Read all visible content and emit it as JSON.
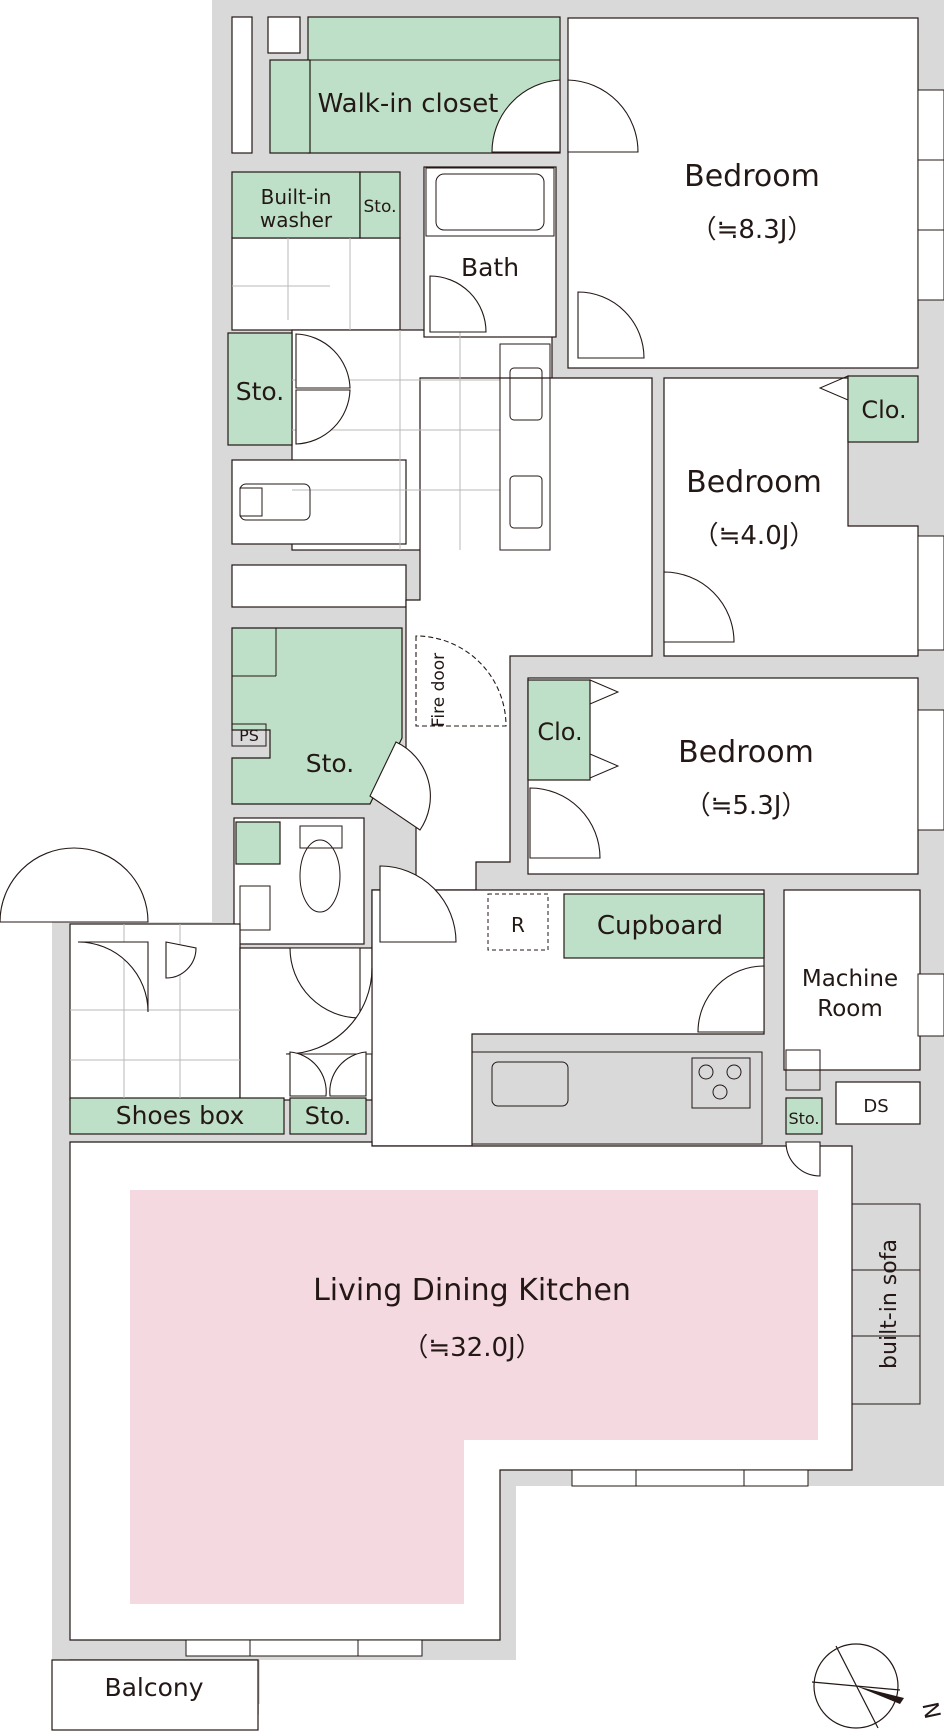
{
  "colors": {
    "wall": "#d9d9d9",
    "storage": "#bfe0c8",
    "ldk": "#f5d9e0",
    "line": "#231815",
    "room": "#ffffff"
  },
  "labels": {
    "walk_in_closet": "Walk-in closet",
    "bedroom_1": "Bedroom",
    "bedroom_1_size": "（≒8.3J）",
    "built_in_washer_1": "Built-in",
    "built_in_washer_2": "washer",
    "sto_washer": "Sto.",
    "bath": "Bath",
    "sto_left": "Sto.",
    "bedroom_2": "Bedroom",
    "bedroom_2_size": "（≒4.0J）",
    "clo_bedroom_2": "Clo.",
    "fire_door": "Fire door",
    "ps": "PS",
    "sto_middle": "Sto.",
    "clo_bedroom_3": "Clo.",
    "bedroom_3": "Bedroom",
    "bedroom_3_size": "（≒5.3J）",
    "refrigerator": "R",
    "cupboard": "Cupboard",
    "machine_room_1": "Machine",
    "machine_room_2": "Room",
    "shoes_box": "Shoes box",
    "sto_entrance": "Sto.",
    "sto_kitchen": "Sto.",
    "ds": "DS",
    "ldk": "Living Dining Kitchen",
    "ldk_size": "（≒32.0J）",
    "built_in_sofa": "built-in sofa",
    "balcony": "Balcony",
    "north": "N"
  }
}
